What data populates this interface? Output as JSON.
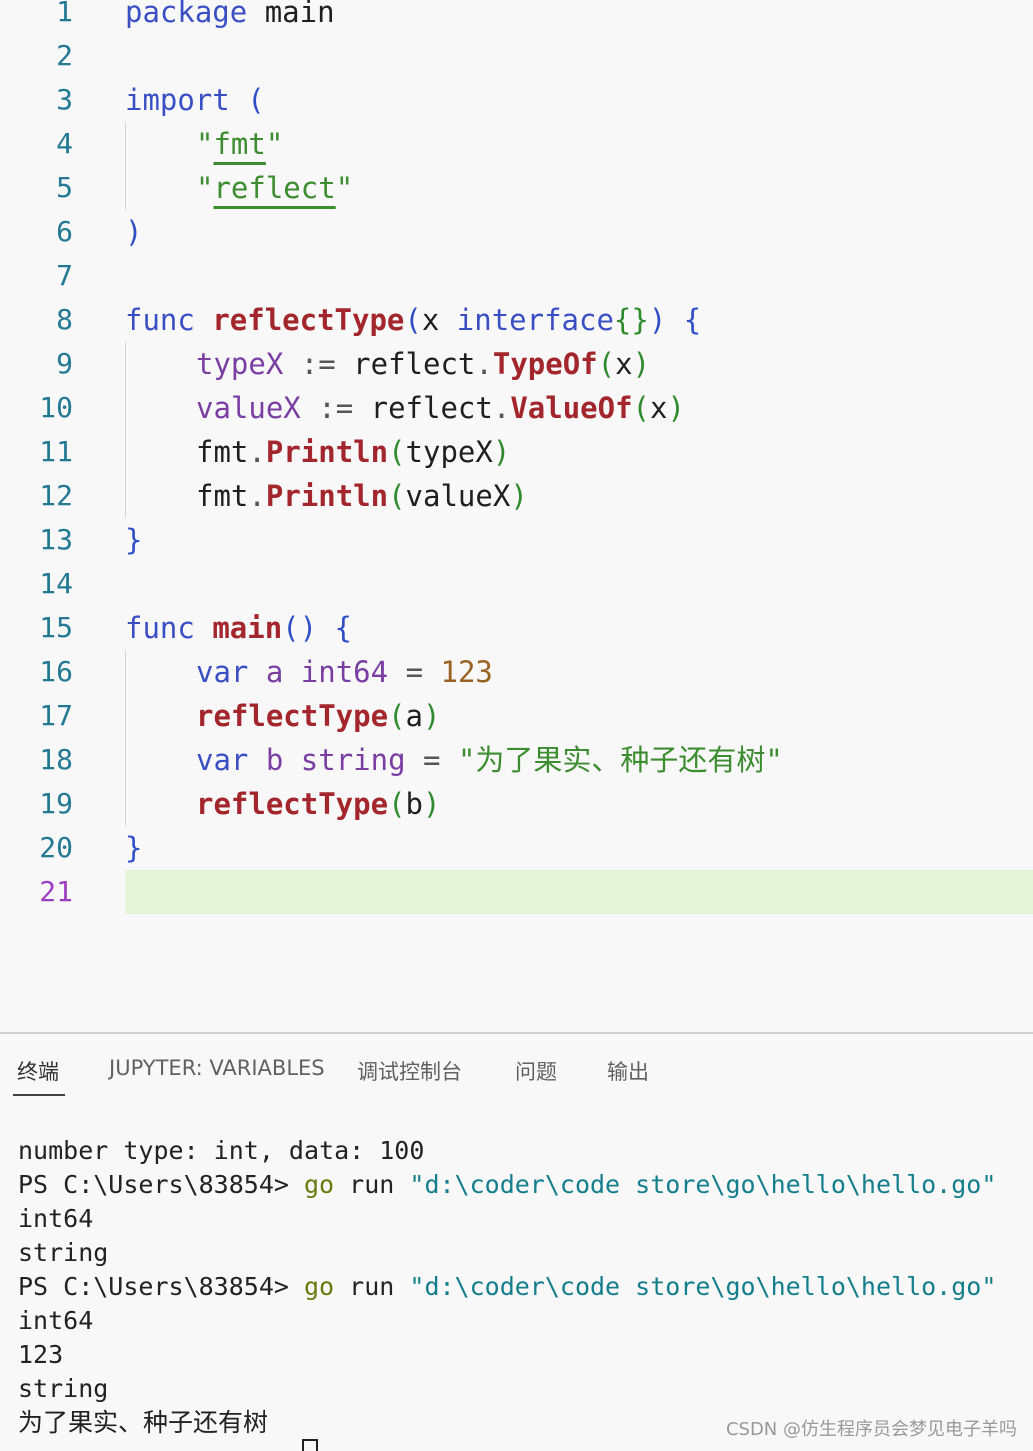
{
  "editor": {
    "active_line": "21",
    "lines": [
      {
        "n": "1"
      },
      {
        "n": "2"
      },
      {
        "n": "3"
      },
      {
        "n": "4"
      },
      {
        "n": "5"
      },
      {
        "n": "6"
      },
      {
        "n": "7"
      },
      {
        "n": "8"
      },
      {
        "n": "9"
      },
      {
        "n": "10"
      },
      {
        "n": "11"
      },
      {
        "n": "12"
      },
      {
        "n": "13"
      },
      {
        "n": "14"
      },
      {
        "n": "15"
      },
      {
        "n": "16"
      },
      {
        "n": "17"
      },
      {
        "n": "18"
      },
      {
        "n": "19"
      },
      {
        "n": "20"
      },
      {
        "n": "21"
      }
    ],
    "code": {
      "l1": {
        "kw": "package",
        "name": "main"
      },
      "l3": {
        "kw": "import",
        "paren": "("
      },
      "l4": {
        "q1": "\"",
        "s": "fmt",
        "q2": "\""
      },
      "l5": {
        "q1": "\"",
        "s": "reflect",
        "q2": "\""
      },
      "l6": {
        "paren": ")"
      },
      "l8": {
        "kw": "func",
        "fn": "reflectType",
        "p_open": "(",
        "arg": "x",
        "type": "interface",
        "braces": "{}",
        "p_close": ")",
        "brace": "{"
      },
      "l9": {
        "var": "typeX",
        "op": ":=",
        "pkg": "reflect",
        "dot": ".",
        "fn": "TypeOf",
        "p_open": "(",
        "arg": "x",
        "p_close": ")"
      },
      "l10": {
        "var": "valueX",
        "op": ":=",
        "pkg": "reflect",
        "dot": ".",
        "fn": "ValueOf",
        "p_open": "(",
        "arg": "x",
        "p_close": ")"
      },
      "l11": {
        "pkg": "fmt",
        "dot": ".",
        "fn": "Println",
        "p_open": "(",
        "arg": "typeX",
        "p_close": ")"
      },
      "l12": {
        "pkg": "fmt",
        "dot": ".",
        "fn": "Println",
        "p_open": "(",
        "arg": "valueX",
        "p_close": ")"
      },
      "l13": {
        "brace": "}"
      },
      "l15": {
        "kw": "func",
        "fn": "main",
        "parens": "()",
        "brace": "{"
      },
      "l16": {
        "kw": "var",
        "var": "a",
        "type": "int64",
        "op": "=",
        "num": "123"
      },
      "l17": {
        "fn": "reflectType",
        "p_open": "(",
        "arg": "a",
        "p_close": ")"
      },
      "l18": {
        "kw": "var",
        "var": "b",
        "type": "string",
        "op": "=",
        "str": "\"为了果实、种子还有树\""
      },
      "l19": {
        "fn": "reflectType",
        "p_open": "(",
        "arg": "b",
        "p_close": ")"
      },
      "l20": {
        "brace": "}"
      }
    }
  },
  "panel": {
    "tabs": [
      {
        "label": "终端",
        "active": true
      },
      {
        "label": "JUPYTER: VARIABLES"
      },
      {
        "label": "调试控制台"
      },
      {
        "label": "问题"
      },
      {
        "label": "输出"
      }
    ],
    "terminal": {
      "l1": "number type: int, data: 100",
      "prompt": "PS C:\\Users\\83854>",
      "cmd_go": "go",
      "cmd_run": "run",
      "cmd_path": "\"d:\\coder\\code store\\go\\hello\\hello.go\"",
      "o1": "int64",
      "o2": "string",
      "o3": "int64",
      "o4": "123",
      "o5": "string",
      "o6": "为了果实、种子还有树"
    }
  },
  "watermark": "CSDN @仿生程序员会梦见电子羊吗"
}
